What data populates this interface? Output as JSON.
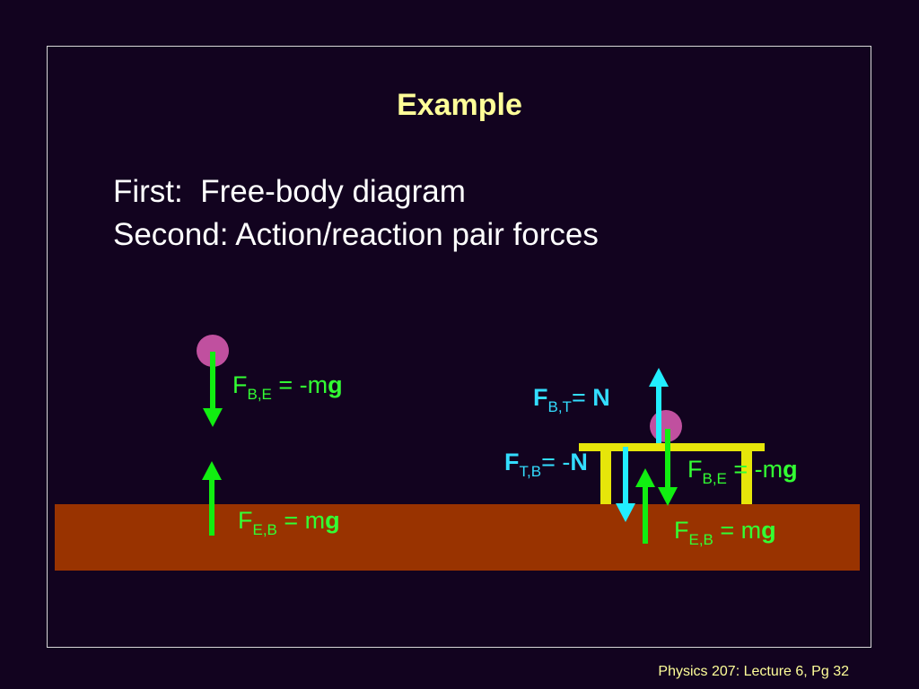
{
  "slide": {
    "title": "Example",
    "line1": "First:  Free-body diagram",
    "line2": "Second: Action/reaction pair forces",
    "footer": "Physics 207: Lecture 6, Pg 32"
  },
  "colors": {
    "background": "#12031f",
    "ground": "#993300",
    "ball": "#c0509f",
    "table": "#e6e60a",
    "force_green": "#11ee11",
    "force_cyan": "#22eeff",
    "title": "#ffff99"
  },
  "labels": {
    "left_fbe": {
      "F": "F",
      "sub": "B,E",
      "rhs": " = -m",
      "vec": "g"
    },
    "left_feb": {
      "F": "F",
      "sub": "E,B",
      "rhs": " = m",
      "vec": "g"
    },
    "right_fbt": {
      "F": "F",
      "sub": "B,T",
      "rhs": "= ",
      "vec": "N"
    },
    "right_ftb": {
      "F": "F",
      "sub": "T,B",
      "rhs": "= -",
      "vec": "N"
    },
    "right_fbe": {
      "F": "F",
      "sub": "B,E",
      "rhs": " = -m",
      "vec": "g"
    },
    "right_feb": {
      "F": "F",
      "sub": "E,B",
      "rhs": " = m",
      "vec": "g"
    }
  }
}
